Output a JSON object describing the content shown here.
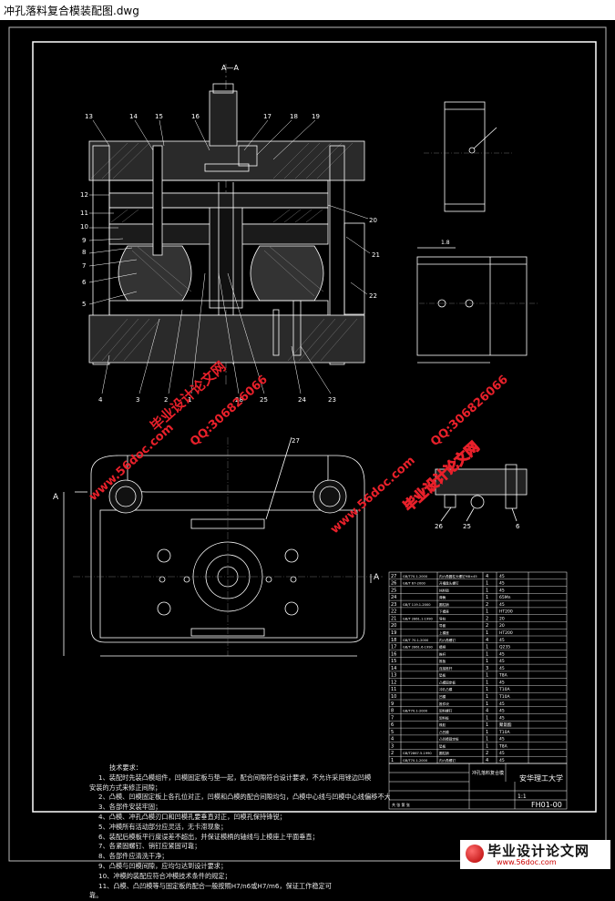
{
  "window": {
    "title": "冲孔落料复合模装配图.dwg"
  },
  "section_label": "A—A",
  "section_markers": {
    "left": "A",
    "right": "A"
  },
  "callouts_left": [
    "13",
    "14",
    "15",
    "16",
    "12",
    "11",
    "10",
    "9",
    "8",
    "7",
    "6",
    "5",
    "4",
    "3",
    "2",
    "1"
  ],
  "callouts_right": [
    "17",
    "18",
    "19",
    "20",
    "21",
    "22",
    "23",
    "24",
    "25",
    "28"
  ],
  "callout_27": "27",
  "detail_callouts": [
    "26",
    "25",
    "6"
  ],
  "dim_18": "1.8",
  "tech_requirements": {
    "title": "技术要求：",
    "lines": [
      "1、装配时先装凸模组件，凹模固定板与垫一起，配合间隙符合设计要求，不允许采用锉边凹模",
      "安装的方式来修正间隙；",
      "2、凸模、凹模固定板上各孔位对正，凹模和凸模的配合间隙均匀，凸模中心线与凹模中心线偏移不大于 1 mm；",
      "3、各部件安装牢固；",
      "4、凸模、冲孔凸模刃口和凹模孔要垂直对正，凹模孔保持锋锐；",
      "5、冲模所有活动部分应灵活，无卡滞现象；",
      "6、装配后模板平行度误差不超出，并保证模柄的轴线与上模座上平面垂直；",
      "7、各紧固螺钉、销钉应紧固可靠；",
      "8、各部件应清洗干净；",
      "9、凸模与凹模间隙，应均匀达到设计要求；",
      "10、冲模的装配应符合冲模技术条件的规定；",
      "11、凸模、凸凹模等与固定板的配合一般按照H7/n6或H7/m6，保证工作稳定可",
      "靠。"
    ]
  },
  "bom_rows": [
    [
      "27",
      "GB/T70.1-2000",
      "内六角圆柱头螺钉M8×45",
      "4",
      "45",
      ""
    ],
    [
      "26",
      "GB/T 67-2000",
      "开槽盘头螺钉",
      "1",
      "45",
      ""
    ],
    [
      "25",
      "",
      "挡料销",
      "1",
      "45",
      ""
    ],
    [
      "24",
      "",
      "弹簧",
      "1",
      "65Mn",
      ""
    ],
    [
      "23",
      "GB/T 119.1-2000",
      "圆柱销",
      "2",
      "45",
      ""
    ],
    [
      "22",
      "",
      "下模座",
      "1",
      "HT200",
      ""
    ],
    [
      "21",
      "GB/T 2861.1-1990",
      "导柱",
      "2",
      "20",
      ""
    ],
    [
      "20",
      "",
      "导套",
      "2",
      "20",
      ""
    ],
    [
      "19",
      "",
      "上模座",
      "1",
      "HT200",
      ""
    ],
    [
      "18",
      "GB/T 70.1-2000",
      "内六角螺钉",
      "4",
      "45",
      ""
    ],
    [
      "17",
      "GB/T 2861.6-1990",
      "模柄",
      "1",
      "Q235",
      ""
    ],
    [
      "16",
      "",
      "推杆",
      "1",
      "45",
      ""
    ],
    [
      "15",
      "",
      "推板",
      "1",
      "45",
      ""
    ],
    [
      "14",
      "",
      "连接推杆",
      "3",
      "45",
      ""
    ],
    [
      "13",
      "",
      "垫板",
      "1",
      "T8A",
      ""
    ],
    [
      "12",
      "",
      "凸模固定板",
      "1",
      "45",
      ""
    ],
    [
      "11",
      "",
      "冲孔凸模",
      "1",
      "T10A",
      ""
    ],
    [
      "10",
      "",
      "凹模",
      "1",
      "T10A",
      ""
    ],
    [
      "9",
      "",
      "推件块",
      "1",
      "45",
      ""
    ],
    [
      "8",
      "GB/T70.1-2000",
      "卸料螺钉",
      "4",
      "45",
      ""
    ],
    [
      "7",
      "",
      "卸料板",
      "1",
      "45",
      ""
    ],
    [
      "6",
      "",
      "橡胶",
      "1",
      "聚氨酯",
      ""
    ],
    [
      "5",
      "",
      "凸凹模",
      "1",
      "T10A",
      ""
    ],
    [
      "4",
      "",
      "凸凹模固定板",
      "1",
      "45",
      ""
    ],
    [
      "3",
      "",
      "垫板",
      "1",
      "T8A",
      ""
    ],
    [
      "2",
      "GB/T2867.5-1990",
      "圆柱销",
      "2",
      "45",
      ""
    ],
    [
      "1",
      "GB/T70.1-2000",
      "内六角螺钉",
      "4",
      "45",
      ""
    ]
  ],
  "title_block": {
    "university": "安华理工大学",
    "drawing_name": "冲孔落料复合模",
    "drawing_no": "FH01-00",
    "scale": "1:1",
    "sheet": "共 张 第 张"
  },
  "watermarks": {
    "site_red": "毕业设计论文网",
    "site_url": "www.56doc.com",
    "qq": "QQ:306826066"
  },
  "brand": {
    "name": "毕业设计论文网",
    "url": "www.56doc.com"
  },
  "colors": {
    "background": "#000000",
    "linework": "#ffffff",
    "watermark": "#e8202a"
  }
}
